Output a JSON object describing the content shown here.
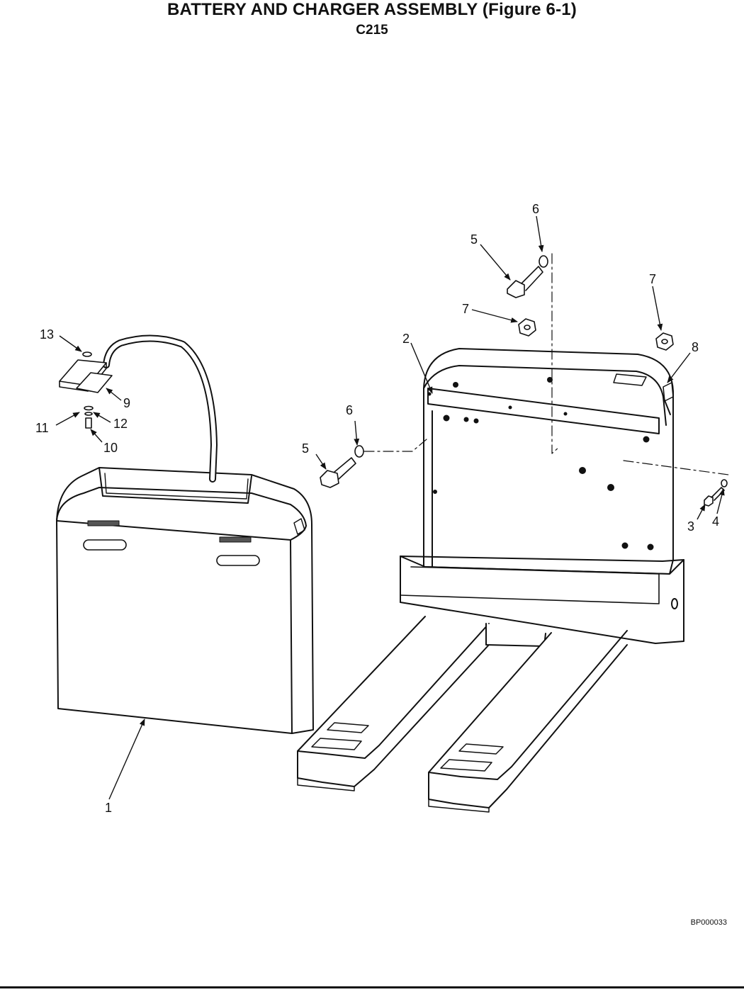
{
  "header": {
    "title": "BATTERY AND CHARGER ASSEMBLY (Figure 6-1)",
    "model": "C215"
  },
  "callouts": [
    {
      "id": "1",
      "label": "1"
    },
    {
      "id": "2",
      "label": "2"
    },
    {
      "id": "3",
      "label": "3"
    },
    {
      "id": "4",
      "label": "4"
    },
    {
      "id": "5a",
      "label": "5"
    },
    {
      "id": "5b",
      "label": "5"
    },
    {
      "id": "6a",
      "label": "6"
    },
    {
      "id": "6b",
      "label": "6"
    },
    {
      "id": "7a",
      "label": "7"
    },
    {
      "id": "7b",
      "label": "7"
    },
    {
      "id": "8",
      "label": "8"
    },
    {
      "id": "9",
      "label": "9"
    },
    {
      "id": "10",
      "label": "10"
    },
    {
      "id": "11",
      "label": "11"
    },
    {
      "id": "12",
      "label": "12"
    },
    {
      "id": "13",
      "label": "13"
    }
  ],
  "footer": {
    "figure_code": "BP000033"
  }
}
